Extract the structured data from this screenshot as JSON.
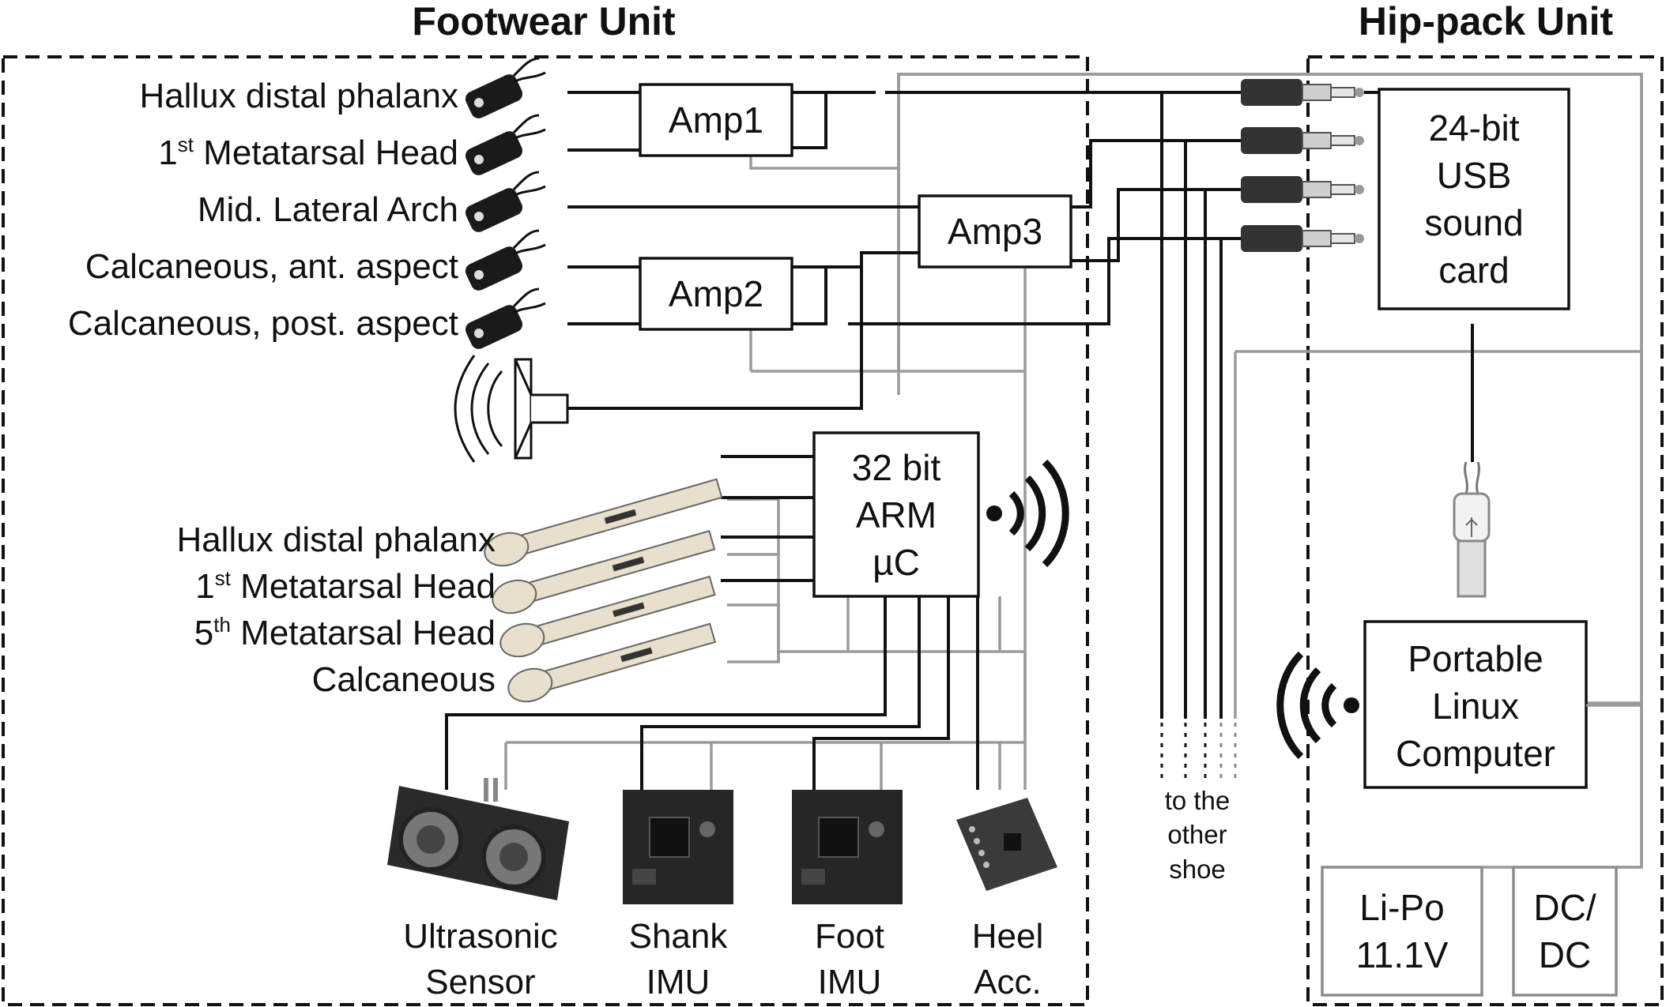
{
  "units": {
    "footwear": "Footwear Unit",
    "hippack": "Hip-pack Unit"
  },
  "mic_labels": [
    {
      "text": "Hallux distal phalanx",
      "sup": "",
      "tail": ""
    },
    {
      "text": "1",
      "sup": "st",
      "tail": " Metatarsal Head"
    },
    {
      "text": "Mid. Lateral Arch",
      "sup": "",
      "tail": ""
    },
    {
      "text": "Calcaneous, ant. aspect",
      "sup": "",
      "tail": ""
    },
    {
      "text": "Calcaneous, post. aspect",
      "sup": "",
      "tail": ""
    }
  ],
  "fsr_labels": [
    {
      "text": "Hallux distal phalanx",
      "sup": "",
      "tail": ""
    },
    {
      "text": "1",
      "sup": "st",
      "tail": " Metatarsal Head"
    },
    {
      "text": "5",
      "sup": "th",
      "tail": " Metatarsal Head"
    },
    {
      "text": "Calcaneous",
      "sup": "",
      "tail": ""
    }
  ],
  "blocks": {
    "amp1": "Amp1",
    "amp2": "Amp2",
    "amp3": "Amp3",
    "arm": [
      "32 bit",
      "ARM",
      "µC"
    ],
    "usb": [
      "24-bit",
      "USB",
      "sound",
      "card"
    ],
    "linux": [
      "Portable",
      "Linux",
      "Computer"
    ],
    "lipo": [
      "Li-Po",
      "11.1V"
    ],
    "dcdc": [
      "DC/",
      "DC"
    ]
  },
  "bottom_labels": [
    [
      "Ultrasonic",
      "Sensor"
    ],
    [
      "Shank",
      "IMU"
    ],
    [
      "Foot",
      "IMU"
    ],
    [
      "Heel",
      "Acc."
    ]
  ],
  "other_shoe": [
    "to the",
    "other",
    "shoe"
  ]
}
